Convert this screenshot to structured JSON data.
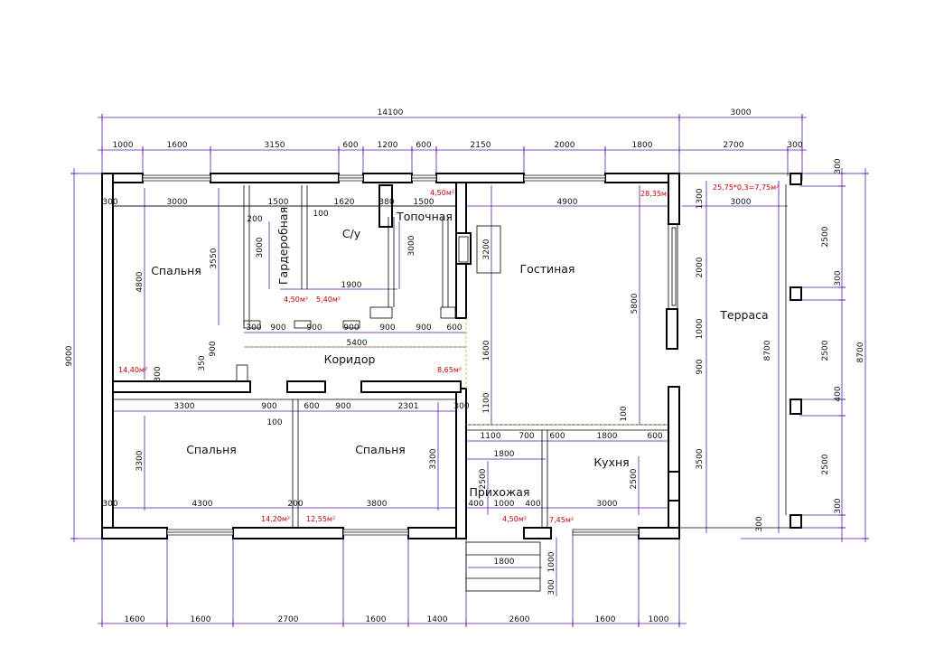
{
  "dims": {
    "top_total": [
      "14100",
      "3000"
    ],
    "top_segments": [
      "1000",
      "1600",
      "3150",
      "600",
      "1200",
      "600",
      "2150",
      "2000",
      "1800",
      "2700",
      "300"
    ],
    "bottom_segments": [
      "1600",
      "1600",
      "2700",
      "1600",
      "1400",
      "2600",
      "1600",
      "1000"
    ],
    "left_total": "9000",
    "right_total": "8700",
    "right_segments": [
      "300",
      "2500",
      "300",
      "2500",
      "400",
      "2500",
      "300"
    ],
    "inner": {
      "d300_a": "300",
      "d3000_a": "3000",
      "d1500_a": "1500",
      "d1620": "1620",
      "d1500_b": "1500",
      "d4900": "4900",
      "d200": "200",
      "d100_a": "100",
      "d380": "380",
      "d3550": "3550",
      "d4800": "4800",
      "d3000_b": "3000",
      "d3000_c": "3000",
      "d3200": "3200",
      "d1900": "1900",
      "d300_b": "300",
      "d900_a": "900",
      "d900_b": "900",
      "d900_c": "900",
      "d900_d": "900",
      "d900_e": "900",
      "d600_a": "600",
      "d5400": "5400",
      "d900_f": "900",
      "d350": "350",
      "d300_c": "300",
      "d1600": "1600",
      "d5800": "5800",
      "d1300": "1300",
      "d3000_d": "3000",
      "d2000": "2000",
      "d1000_a": "1000",
      "d900_g": "900",
      "d3500": "3500",
      "d8700": "8700",
      "d3300_a": "3300",
      "d900_h": "900",
      "d600_b": "600",
      "d900_i": "900",
      "d2301": "2301",
      "d300_d": "300",
      "d100_b": "100",
      "d1100_a": "1100",
      "d1100_b": "1100",
      "d700": "700",
      "d600_c": "600",
      "d1800_a": "1800",
      "d600_d": "600",
      "d100_c": "100",
      "d3300_b": "3300",
      "d3300_c": "3300",
      "d1800_b": "1800",
      "d2500_a": "2500",
      "d2500_b": "2500",
      "d300_e": "300",
      "d4300": "4300",
      "d200_b": "200",
      "d3800": "3800",
      "d400": "400",
      "d1000_b": "1000",
      "d400_b": "400",
      "d3000_e": "3000",
      "d300_f": "300",
      "d1800_c": "1800",
      "d1000_c": "1000",
      "d300_g": "300"
    }
  },
  "rooms": {
    "bedroom_nw": "Спальня",
    "wardrobe": "Гардеробная",
    "bathroom": "С/у",
    "furnace": "Топочная",
    "living": "Гостиная",
    "terrace": "Терраса",
    "corridor": "Коридор",
    "bedroom_sw": "Спальня",
    "bedroom_s": "Спальня",
    "kitchen": "Кухня",
    "hall": "Прихожая"
  },
  "areas": {
    "bedroom_nw": "14,40м²",
    "wardrobe": "4,50м²",
    "bathroom": "5,40м²",
    "furnace": "4,50м²",
    "living": "28,35м²",
    "terrace": "25,75*0,3=7,75м²",
    "corridor": "8,65м²",
    "bedroom_sw": "14,20м²",
    "bedroom_s": "12,55м²",
    "hall": "4,50м²",
    "kitchen": "7,45м²"
  },
  "colors": {
    "dimension": "#5a1aa6",
    "area": "#c00000",
    "wall": "#000000",
    "guide": "#d8a040"
  }
}
